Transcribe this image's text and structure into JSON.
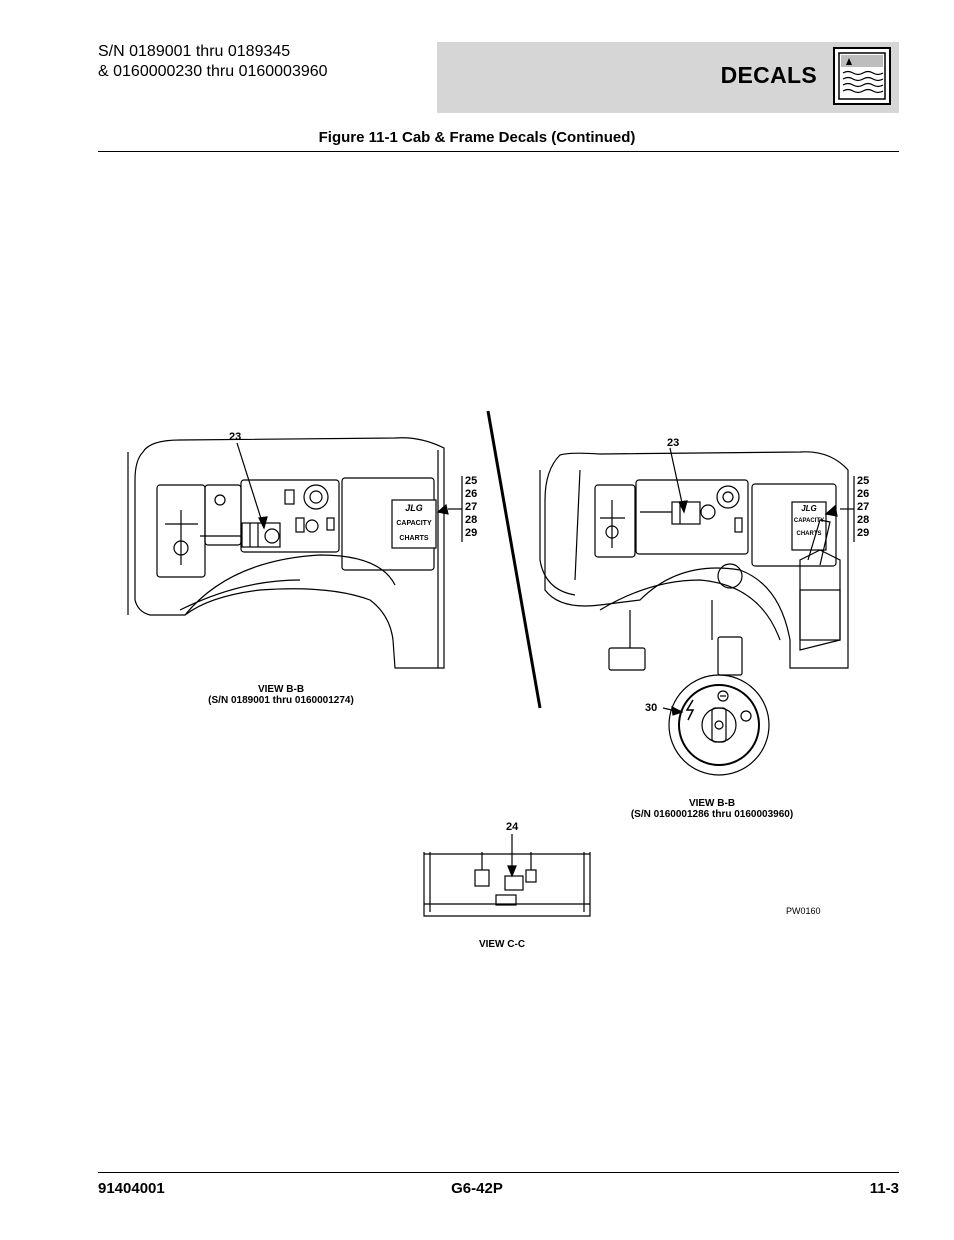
{
  "header": {
    "serial_line_1": "S/N 0189001 thru 0189345",
    "serial_line_2": "& 0160000230 thru 0160003960",
    "section_title": "DECALS",
    "section_icon": "decal-sign-icon"
  },
  "figure_title": "Figure 11-1 Cab & Frame Decals (Continued)",
  "views": {
    "left": {
      "title": "VIEW B-B",
      "range": "(S/N 0189001 thru 0160001274)"
    },
    "right": {
      "title": "VIEW B-B",
      "range": "(S/N 0160001286 thru 0160003960)"
    },
    "bottom": {
      "title": "VIEW C-C"
    }
  },
  "callouts": {
    "left_23": "23",
    "right_23": "23",
    "left_stack": [
      "25",
      "26",
      "27",
      "28",
      "29"
    ],
    "right_stack": [
      "25",
      "26",
      "27",
      "28",
      "29"
    ],
    "c30": "30",
    "c24": "24"
  },
  "decal_text": {
    "brand": "JLG",
    "line1": "CAPACITY",
    "line2": "CHARTS"
  },
  "drawing_id": "PW0160",
  "footer": {
    "left": "91404001",
    "center": "G6-42P",
    "right": "11-3"
  }
}
